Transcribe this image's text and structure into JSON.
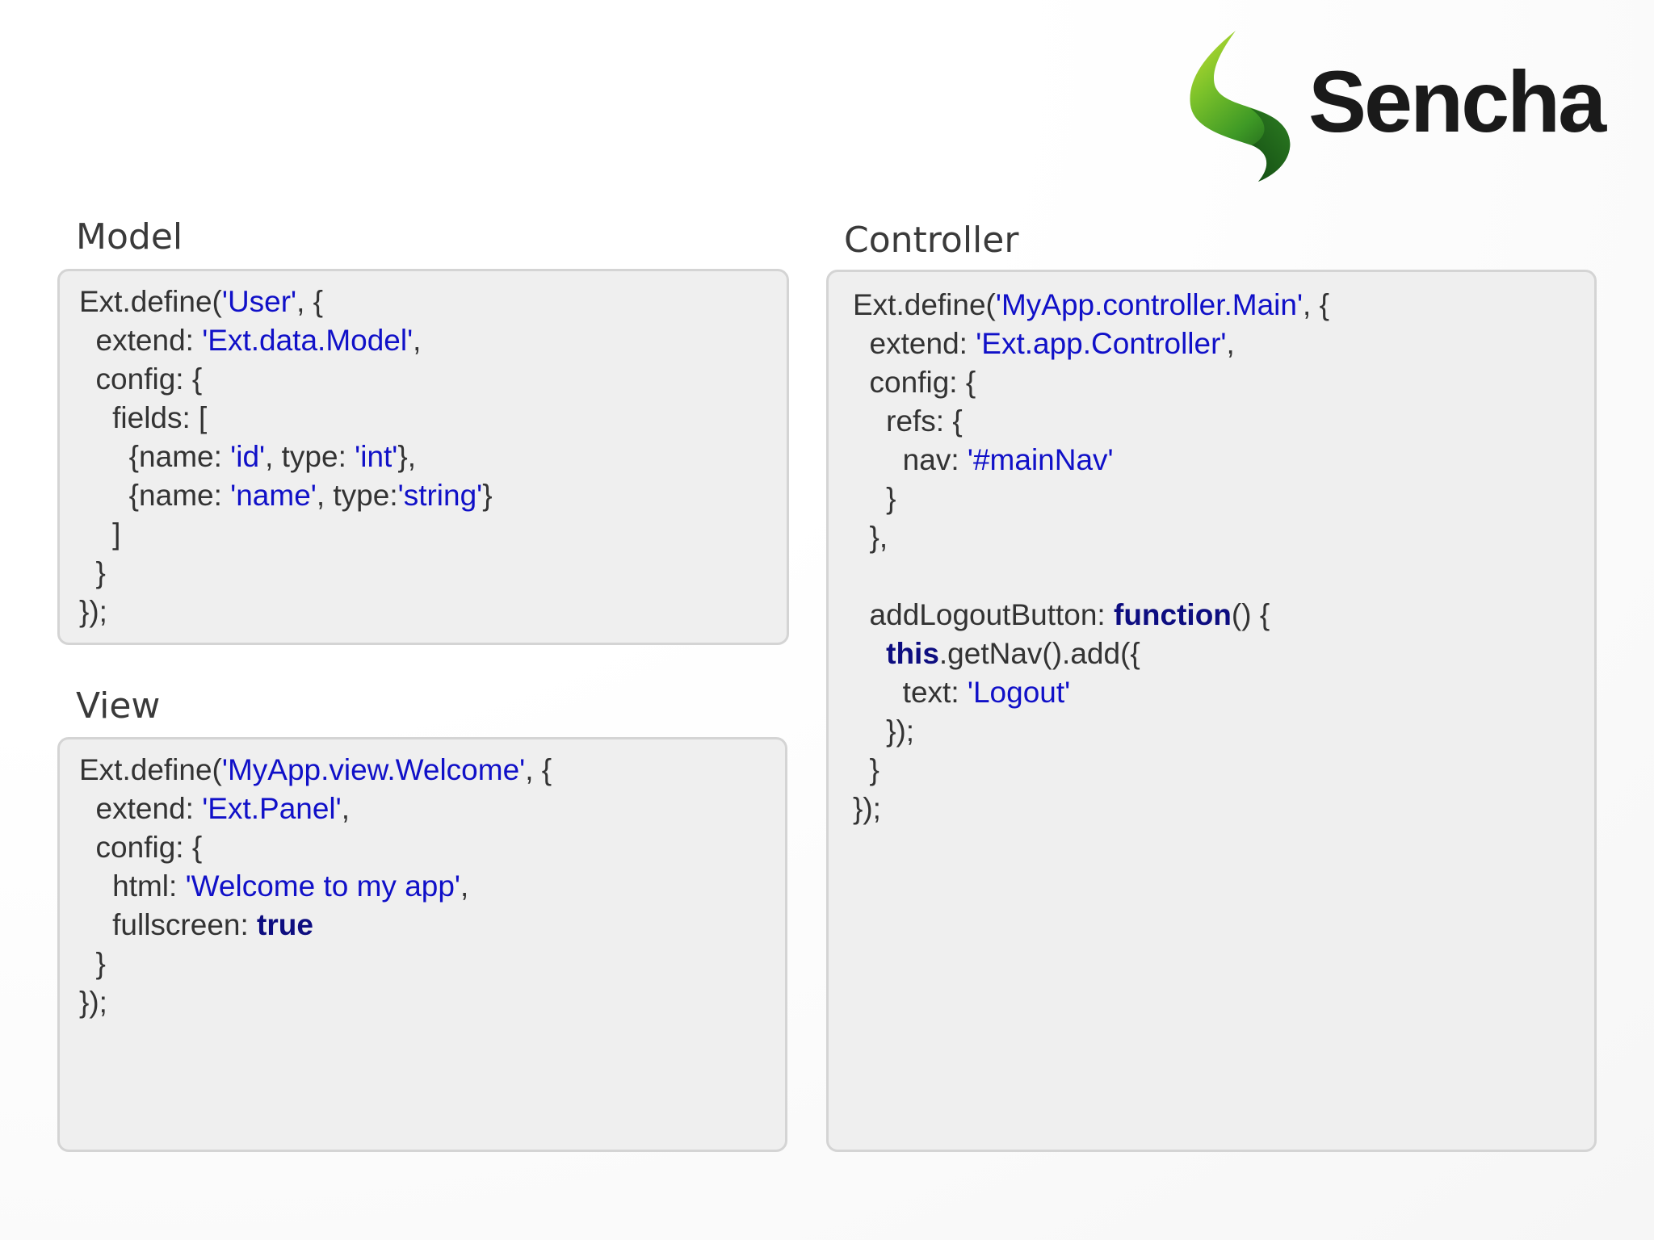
{
  "logo": {
    "wordmark": "Sencha",
    "colors": {
      "leaf_light": "#b8d832",
      "leaf_mid": "#5fb82c",
      "leaf_dark": "#1e6b1e",
      "word": "#1a1a1a"
    }
  },
  "colors": {
    "string": "#1010c8",
    "keyword": "#0d0d80",
    "text": "#333333",
    "box_bg": "#efefef",
    "box_border": "#d4d4d4"
  },
  "sections": {
    "model": {
      "title": "Model",
      "lines": [
        [
          {
            "t": "Ext.define("
          },
          {
            "t": "'User'",
            "c": "str"
          },
          {
            "t": ", {"
          }
        ],
        [
          {
            "t": "  extend: "
          },
          {
            "t": "'Ext.data.Model'",
            "c": "str"
          },
          {
            "t": ","
          }
        ],
        [
          {
            "t": "  config: {"
          }
        ],
        [
          {
            "t": "    fields: ["
          }
        ],
        [
          {
            "t": "      {name: "
          },
          {
            "t": "'id'",
            "c": "str"
          },
          {
            "t": ", type: "
          },
          {
            "t": "'int'",
            "c": "str"
          },
          {
            "t": "},"
          }
        ],
        [
          {
            "t": "      {name: "
          },
          {
            "t": "'name'",
            "c": "str"
          },
          {
            "t": ", type:"
          },
          {
            "t": "'string'",
            "c": "str"
          },
          {
            "t": "}"
          }
        ],
        [
          {
            "t": "    ]"
          }
        ],
        [
          {
            "t": "  }"
          }
        ],
        [
          {
            "t": "});"
          }
        ]
      ]
    },
    "view": {
      "title": "View",
      "lines": [
        [
          {
            "t": "Ext.define("
          },
          {
            "t": "'MyApp.view.Welcome'",
            "c": "str"
          },
          {
            "t": ", {"
          }
        ],
        [
          {
            "t": "  extend: "
          },
          {
            "t": "'Ext.Panel'",
            "c": "str"
          },
          {
            "t": ","
          }
        ],
        [
          {
            "t": "  config: {"
          }
        ],
        [
          {
            "t": "    html: "
          },
          {
            "t": "'Welcome to my app'",
            "c": "str"
          },
          {
            "t": ","
          }
        ],
        [
          {
            "t": "    fullscreen: "
          },
          {
            "t": "true",
            "c": "kw"
          }
        ],
        [
          {
            "t": "  }"
          }
        ],
        [
          {
            "t": "});"
          }
        ]
      ]
    },
    "controller": {
      "title": "Controller",
      "lines": [
        [
          {
            "t": "Ext.define("
          },
          {
            "t": "'MyApp.controller.Main'",
            "c": "str"
          },
          {
            "t": ", {"
          }
        ],
        [
          {
            "t": "  extend: "
          },
          {
            "t": "'Ext.app.Controller'",
            "c": "str"
          },
          {
            "t": ","
          }
        ],
        [
          {
            "t": "  config: {"
          }
        ],
        [
          {
            "t": "    refs: {"
          }
        ],
        [
          {
            "t": "      nav: "
          },
          {
            "t": "'#mainNav'",
            "c": "str"
          }
        ],
        [
          {
            "t": "    }"
          }
        ],
        [
          {
            "t": "  },"
          }
        ],
        [
          {
            "t": ""
          }
        ],
        [
          {
            "t": "  addLogoutButton: "
          },
          {
            "t": "function",
            "c": "kw"
          },
          {
            "t": "() {"
          }
        ],
        [
          {
            "t": "    "
          },
          {
            "t": "this",
            "c": "kw"
          },
          {
            "t": ".getNav().add({"
          }
        ],
        [
          {
            "t": "      text: "
          },
          {
            "t": "'Logout'",
            "c": "str"
          }
        ],
        [
          {
            "t": "    });"
          }
        ],
        [
          {
            "t": "  }"
          }
        ],
        [
          {
            "t": "});"
          }
        ]
      ]
    }
  }
}
